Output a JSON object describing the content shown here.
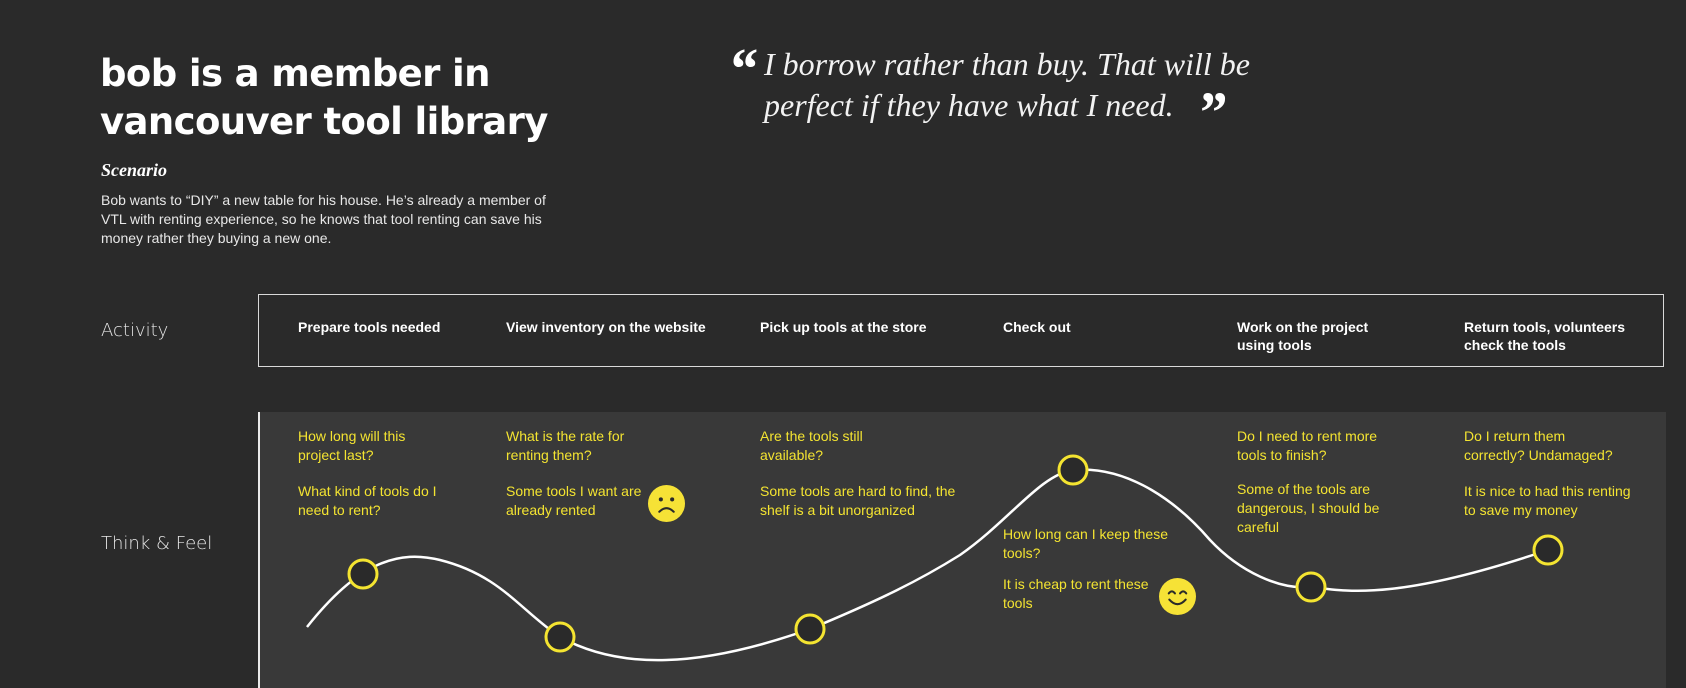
{
  "header": {
    "title_line1": "bob is a member in",
    "title_line2": "vancouver tool library",
    "scenario_label": "Scenario",
    "scenario_text": "Bob wants to “DIY” a new table for his house. He’s already a member of VTL with renting experience, so he knows that tool renting can save his money rather they buying a new one."
  },
  "quote": {
    "open_mark": "“",
    "close_mark": "”",
    "line1": "I borrow rather than buy. That will be",
    "line2": "perfect if they have what I need."
  },
  "rows": {
    "activity_label": "Activity",
    "think_label": "Think & Feel"
  },
  "activities": [
    {
      "line1": "Prepare tools needed",
      "line2": ""
    },
    {
      "line1": "View inventory on the website",
      "line2": ""
    },
    {
      "line1": "Pick up tools at the store",
      "line2": ""
    },
    {
      "line1": "Check out",
      "line2": ""
    },
    {
      "line1": "Work on the project",
      "line2": "using tools"
    },
    {
      "line1": "Return tools, volunteers",
      "line2": "check the tools"
    }
  ],
  "thoughts": [
    {
      "a1": "How long will this",
      "a2": "project last?",
      "b1": "What kind of tools do I",
      "b2": "need to rent?",
      "b3": ""
    },
    {
      "a1": "What is the rate for",
      "a2": "renting them?",
      "b1": "Some tools I want are",
      "b2": "already rented",
      "b3": ""
    },
    {
      "a1": "Are the tools still",
      "a2": "available?",
      "b1": "Some tools are hard to find, the",
      "b2": "shelf is a bit unorganized",
      "b3": ""
    },
    {
      "a1": "How long can I keep these",
      "a2": "tools?",
      "b1": "It is cheap to rent these",
      "b2": "tools",
      "b3": ""
    },
    {
      "a1": "Do I need to rent more",
      "a2": "tools to finish?",
      "b1": "Some of the tools are",
      "b2": "dangerous, I should be",
      "b3": "careful"
    },
    {
      "a1": "Do I return them",
      "a2": "correctly? Undamaged?",
      "b1": "It is nice to had this renting",
      "b2": "to save my money",
      "b3": ""
    }
  ],
  "emotions": {
    "sad_icon": "sad-face-icon",
    "happy_icon": "smiling-face-icon",
    "accent_color": "#f4e431",
    "point_color": "#2a2a2a"
  }
}
